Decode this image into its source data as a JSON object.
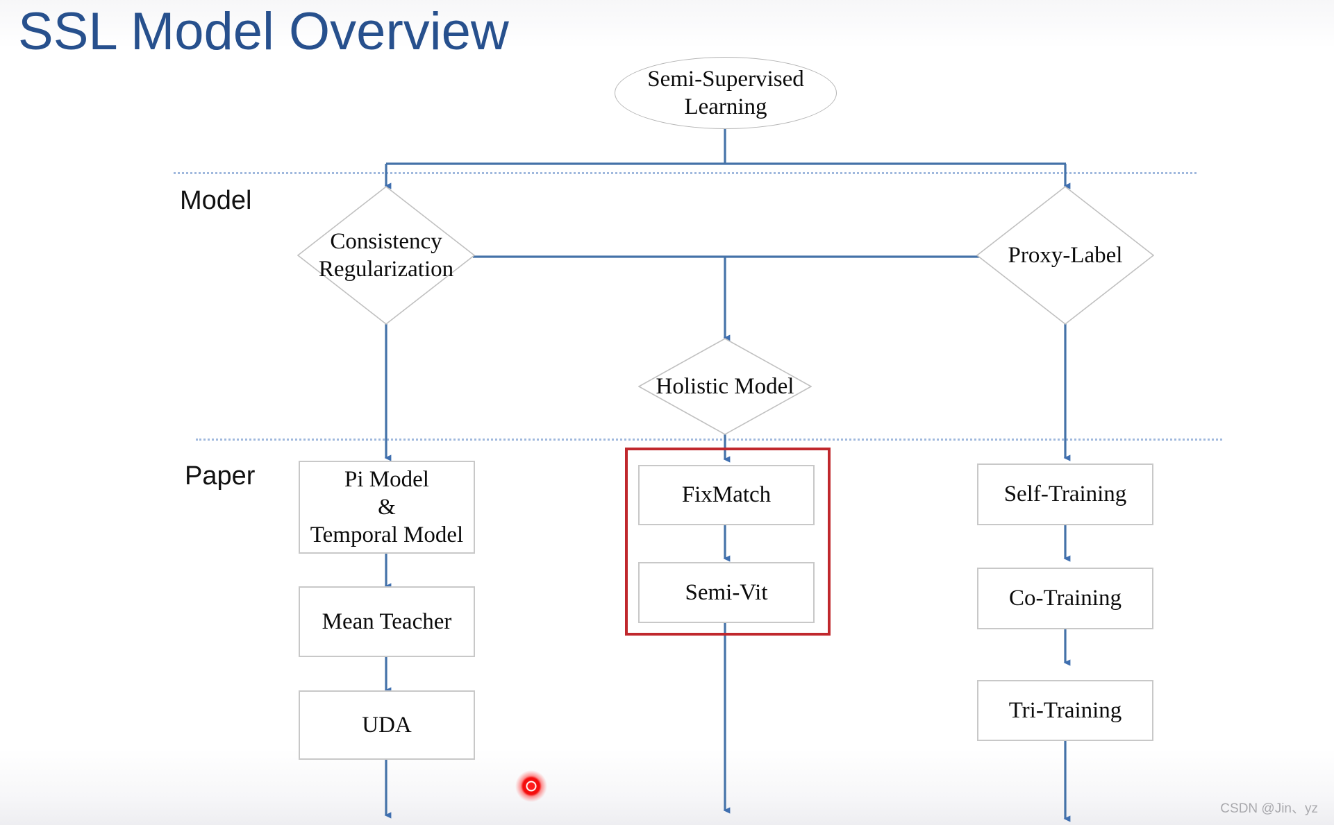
{
  "slide": {
    "title": "SSL Model Overview",
    "title_color": "#27508d",
    "background": "#ffffff"
  },
  "row_labels": {
    "model": "Model",
    "paper": "Paper"
  },
  "nodes": {
    "root": {
      "label": "Semi-Supervised Learning",
      "shape": "ellipse"
    },
    "consistency": {
      "label": "Consistency Regularization",
      "shape": "diamond"
    },
    "proxy": {
      "label": "Proxy-Label",
      "shape": "diamond"
    },
    "holistic": {
      "label": "Holistic Model",
      "shape": "diamond"
    }
  },
  "papers": {
    "left_column": [
      {
        "label": "Pi Model\n&\nTemporal Model",
        "lines": [
          "Pi Model",
          "&",
          "Temporal Model"
        ]
      },
      {
        "label": "Mean Teacher",
        "lines": [
          "Mean Teacher"
        ]
      },
      {
        "label": "UDA",
        "lines": [
          "UDA"
        ]
      }
    ],
    "center_column": [
      {
        "label": "FixMatch",
        "lines": [
          "FixMatch"
        ]
      },
      {
        "label": "Semi-Vit",
        "lines": [
          "Semi-Vit"
        ]
      }
    ],
    "right_column": [
      {
        "label": "Self-Training",
        "lines": [
          "Self-Training"
        ]
      },
      {
        "label": "Co-Training",
        "lines": [
          "Co-Training"
        ]
      },
      {
        "label": "Tri-Training",
        "lines": [
          "Tri-Training"
        ]
      }
    ]
  },
  "highlight": {
    "color": "#c0282d",
    "covers": [
      "FixMatch",
      "Semi-Vit"
    ]
  },
  "annotations": {
    "laser_pointer": "laser-pointer-dot",
    "laser_color": "#ff1d1d"
  },
  "watermark": {
    "text": "CSDN @Jin、yz"
  },
  "colors": {
    "edge": "#4472a8",
    "divider": "#9fb8dd",
    "node_border": "#c0c0c0",
    "box_border": "#c8c8c8"
  }
}
